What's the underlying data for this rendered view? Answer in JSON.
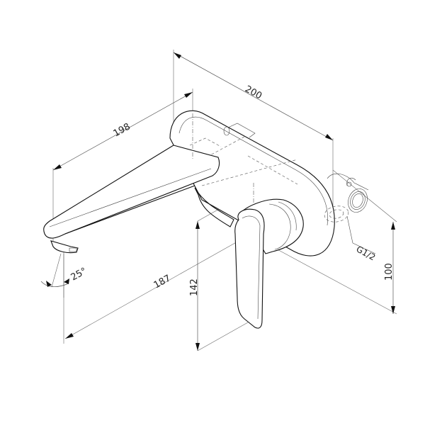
{
  "drawing": {
    "subject": "Wall-mounted single-lever basin mixer (spout and handle on oval backplate)",
    "colors": {
      "background": "#ffffff",
      "line": "#111111",
      "dimension": "#555555"
    },
    "dimensions": {
      "overall_depth": "200",
      "spout_length": "198",
      "spout_reach_projection": "187",
      "handle_height": "142",
      "backplate_height": "100",
      "spout_angle": "25°",
      "connection_thread": "G1/2"
    }
  }
}
